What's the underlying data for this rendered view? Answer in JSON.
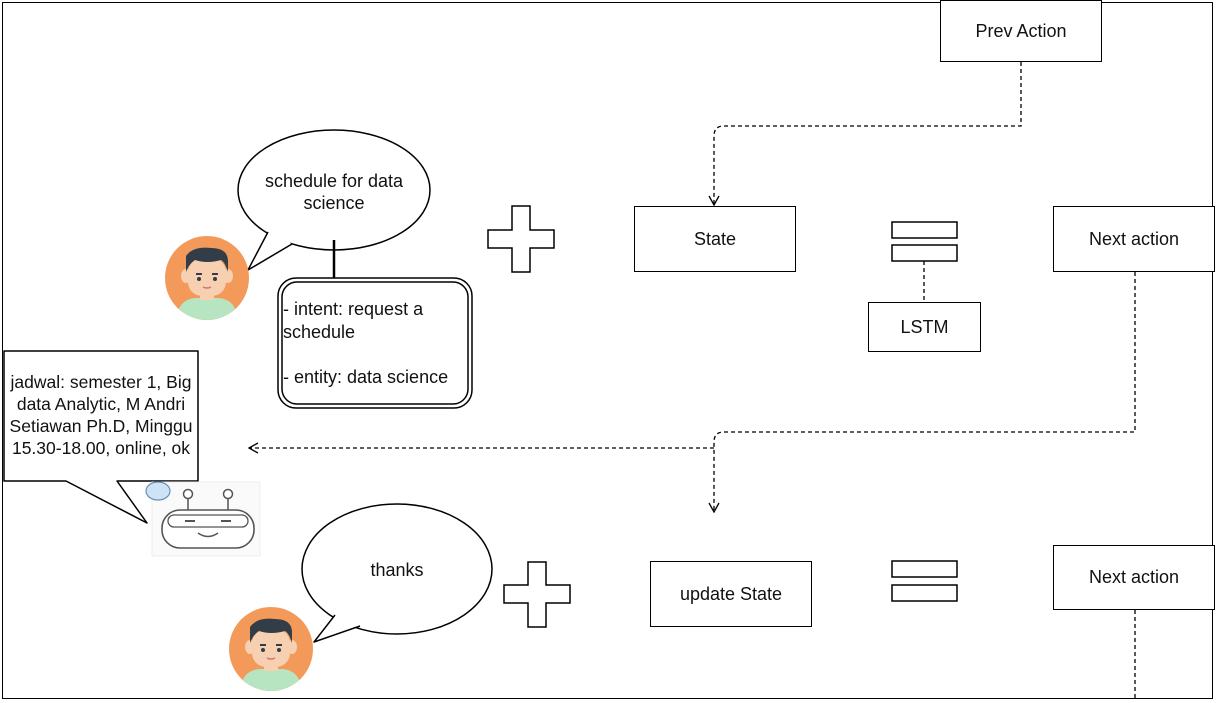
{
  "nodes": {
    "prev_action": "Prev Action",
    "state": "State",
    "next_action_top": "Next action",
    "lstm": "LSTM",
    "update_state": "update State",
    "next_action_bottom": "Next action"
  },
  "bubbles": {
    "user_query": "schedule for data science",
    "bot_reply": "jadwal: semester 1, Big data Analytic, M Andri Setiawan Ph.D, Minggu 15.30-18.00, online, ok",
    "user_thanks": "thanks"
  },
  "nlu": {
    "intent": "- intent: request a schedule",
    "entity": "- entity: data science"
  },
  "icons": {
    "user_top": "user-avatar-icon",
    "user_bottom": "user-avatar-icon",
    "bot": "chatbot-robot-icon"
  },
  "colors": {
    "avatar_bg": "#f39a5a",
    "skin": "#f6d0b1",
    "hair": "#333d47",
    "shirt": "#b7e4c1",
    "bot_outline": "#555555",
    "bot_badge": "#cfe3f7"
  }
}
